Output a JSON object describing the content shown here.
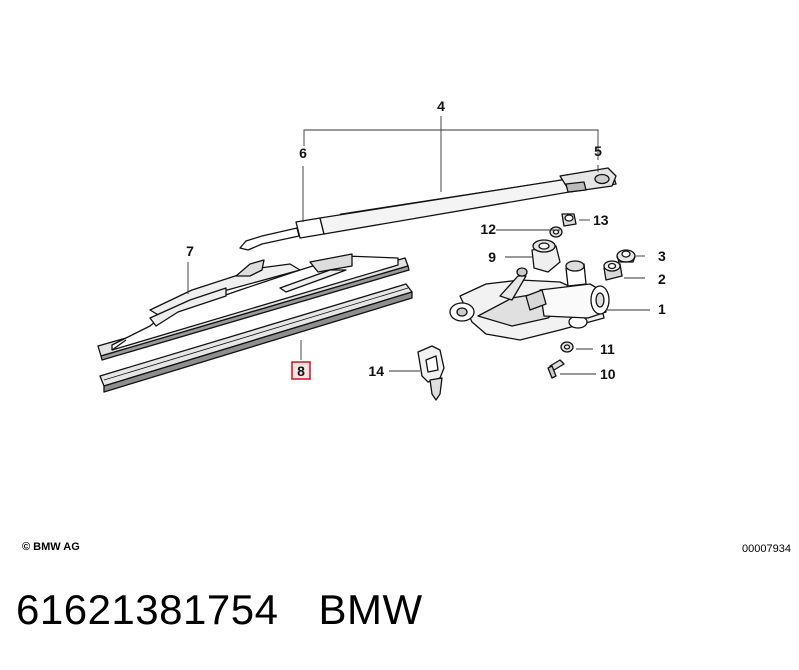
{
  "callouts": {
    "n1": "1",
    "n2": "2",
    "n3": "3",
    "n4": "4",
    "n5": "5",
    "n6": "6",
    "n7": "7",
    "n8": "8",
    "n9": "9",
    "n10": "10",
    "n11": "11",
    "n12": "12",
    "n13": "13",
    "n14": "14"
  },
  "highlight_color": "#d4202a",
  "footer": {
    "copyright": "© BMW AG",
    "diagram_id": "00007934"
  },
  "caption": {
    "part_number": "61621381754",
    "brand": "BMW"
  }
}
